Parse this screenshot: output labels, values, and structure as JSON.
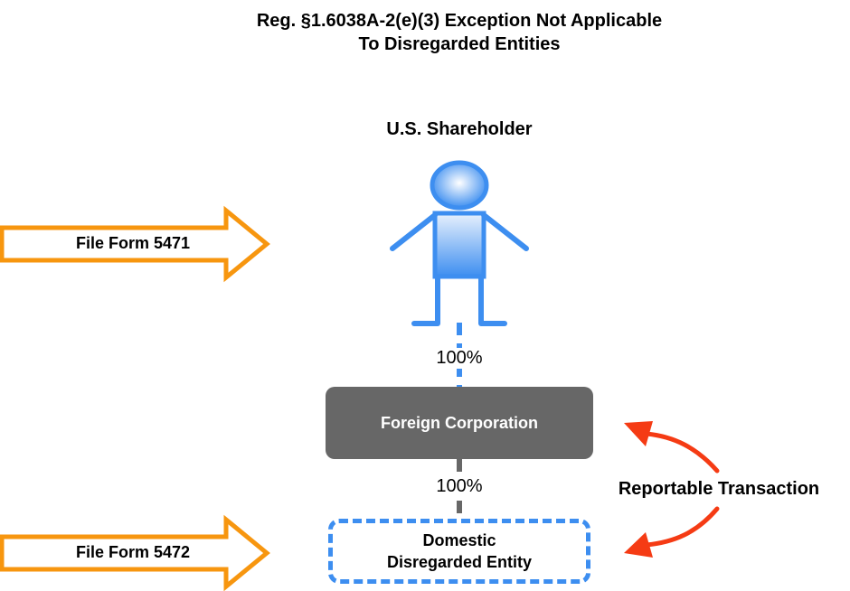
{
  "diagram": {
    "title_line1": "Reg. §1.6038A-2(e)(3) Exception Not Applicable",
    "title_line2": "To Disregarded Entities",
    "shareholder_label": "U.S. Shareholder",
    "ownership_top": "100%",
    "ownership_bottom": "100%",
    "foreign_corp_label": "Foreign Corporation",
    "domestic_line1": "Domestic",
    "domestic_line2": "Disregarded Entity",
    "arrow_top_label": "File Form 5471",
    "arrow_bottom_label": "File Form 5472",
    "transaction_label": "Reportable Transaction"
  },
  "colors": {
    "person_blue": "#3d8ef0",
    "form_arrow_orange": "#f7960f",
    "transaction_red": "#f53b14",
    "foreign_box_gray": "#676767"
  }
}
